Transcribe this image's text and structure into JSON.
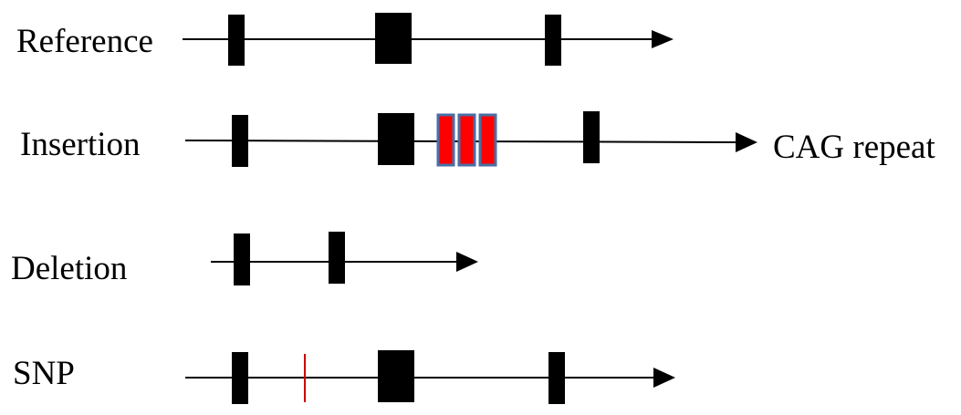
{
  "rows": [
    {
      "label": "Reference",
      "variant": "reference",
      "exons": 3,
      "note": ""
    },
    {
      "label": "Insertion",
      "variant": "insertion",
      "exons": 3,
      "inserted_repeat_units": 3,
      "note": "CAG repeat"
    },
    {
      "label": "Deletion",
      "variant": "deletion",
      "exons": 2,
      "note": ""
    },
    {
      "label": "SNP",
      "variant": "snp",
      "exons": 3,
      "snp_marks": 1,
      "note": ""
    }
  ],
  "colors": {
    "line": "#000000",
    "exon": "#000000",
    "insertion_fill": "#ff0000",
    "insertion_outline": "#4a6fa5",
    "snp": "#cc0000"
  }
}
